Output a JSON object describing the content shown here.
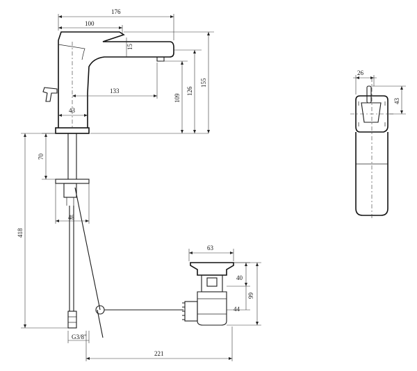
{
  "dimensions": {
    "spout_reach_total": "176",
    "lever_length": "100",
    "spout_thickness": "15",
    "spout_reach_inner": "133",
    "outlet_height": "109",
    "spout_height": "126",
    "overall_height": "155",
    "body_diameter": "43",
    "fixing_depth": "70",
    "fixing_width": "48",
    "total_depth": "418",
    "connection_thread": "G3/8\"",
    "waste_distance": "221",
    "waste_head_diameter": "63",
    "waste_head_height": "40",
    "waste_outlet_height": "44",
    "waste_total_height": "99",
    "lever_width": "26",
    "lever_height": "43"
  },
  "colors": {
    "line": "#1a1a1a",
    "background": "#ffffff"
  }
}
